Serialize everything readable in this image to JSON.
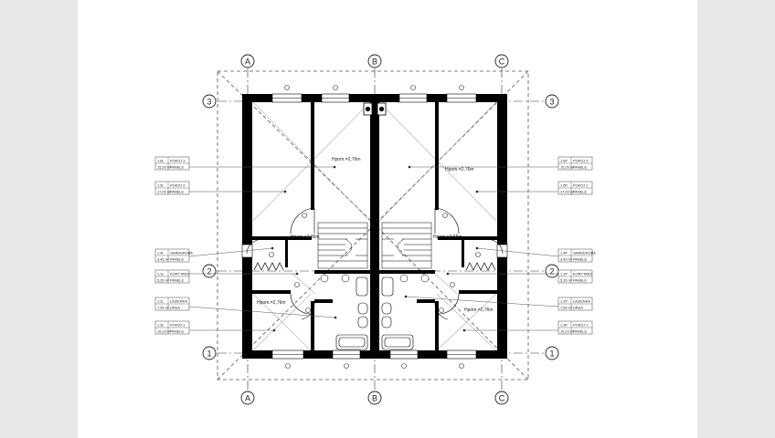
{
  "grid": {
    "columns": [
      "A",
      "B",
      "C"
    ],
    "rows": [
      "3",
      "2",
      "1"
    ]
  },
  "heights": {
    "bedroom_left": "Hpom.=2,76m",
    "bedroom_right": "Hpom.=2,76m",
    "stair_left": "Hpom.=2,86m",
    "stair_right": "Hpom.=2,55m",
    "living_left": "Hpom.=2,76m",
    "living_right": "Hpom.=2,76m"
  },
  "rooms_left": [
    {
      "num": "1.6L",
      "name": "POKÓJ 3",
      "area": "15,26 m²",
      "finish": "PANELE"
    },
    {
      "num": "1.5L",
      "name": "POKÓJ 2",
      "area": "17,00 m²",
      "finish": "PANELE"
    },
    {
      "num": "1.4L",
      "name": "GARDEROBA",
      "area": "3,43 m²",
      "finish": "PANELE"
    },
    {
      "num": "1.1L",
      "name": "KORYTARZ",
      "area": "5,26 m²",
      "finish": "PANELE"
    },
    {
      "num": "1.2L",
      "name": "ŁAZIENKA",
      "area": "7,54 m²",
      "finish": "DREA"
    },
    {
      "num": "1.3L",
      "name": "POKÓJ 1",
      "area": "10,23 m²",
      "finish": "PANELE"
    }
  ],
  "rooms_right": [
    {
      "num": "1.6P",
      "name": "POKÓJ 3",
      "area": "15,26 m²",
      "finish": "PANELE"
    },
    {
      "num": "1.5P",
      "name": "POKÓJ 2",
      "area": "17,00 m²",
      "finish": "PANELE"
    },
    {
      "num": "1.4P",
      "name": "GARDEROBA",
      "area": "3,43 m²",
      "finish": "PANELE"
    },
    {
      "num": "1.1P",
      "name": "KORYTARZ",
      "area": "5,26 m²",
      "finish": "PANELE"
    },
    {
      "num": "1.2P",
      "name": "ŁAZIENKA",
      "area": "7,54 m²",
      "finish": "DREA"
    },
    {
      "num": "1.3P",
      "name": "POKÓJ 1",
      "area": "10,23 m²",
      "finish": "PANELE"
    }
  ]
}
